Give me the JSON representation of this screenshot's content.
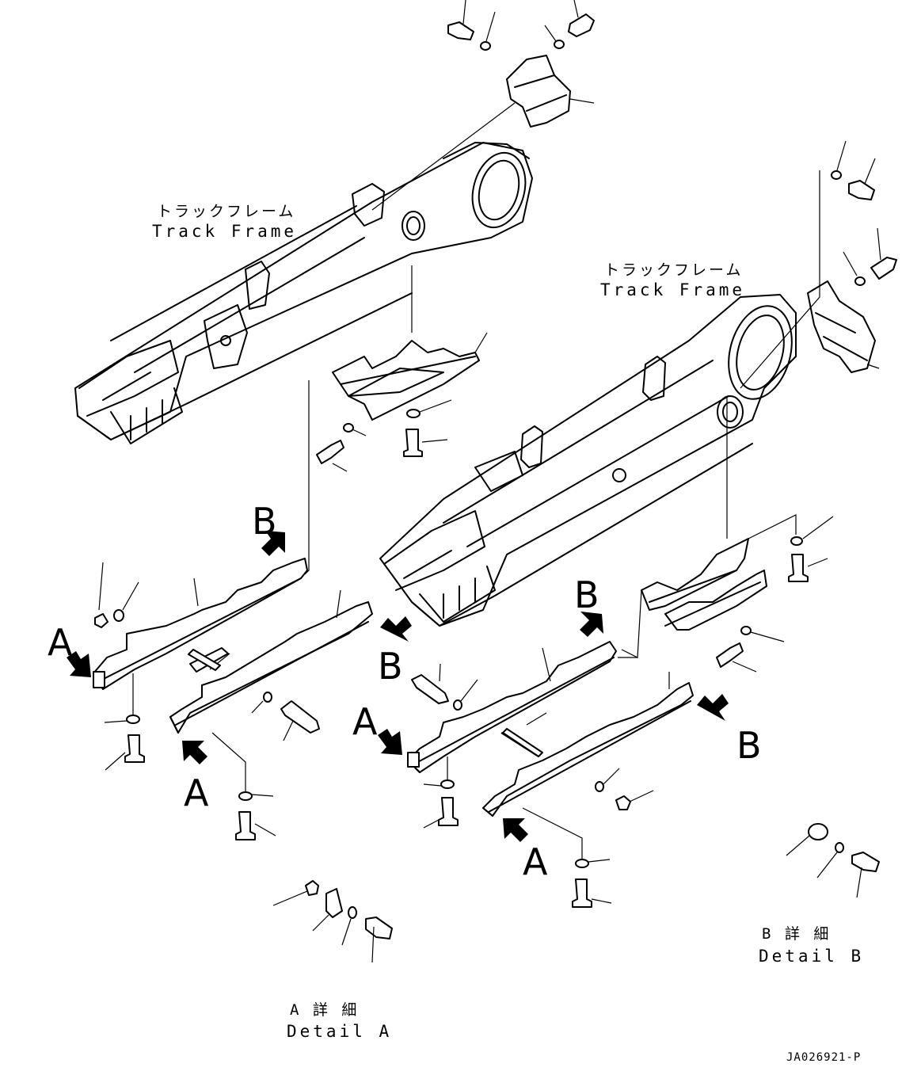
{
  "labels": {
    "track_frame_1_jp": "トラックフレーム",
    "track_frame_1_en": "Track Frame",
    "track_frame_2_jp": "トラックフレーム",
    "track_frame_2_en": "Track Frame",
    "detail_a_jp": "A 詳 細",
    "detail_a_en": "Detail A",
    "detail_b_jp": "B 詳 細",
    "detail_b_en": "Detail B",
    "drawing_code": "JA026921-P"
  },
  "callouts": {
    "b1": "B",
    "b2": "B",
    "b3": "B",
    "b4": "B",
    "a1": "A",
    "a2": "A",
    "a3": "A",
    "a4": "A"
  }
}
